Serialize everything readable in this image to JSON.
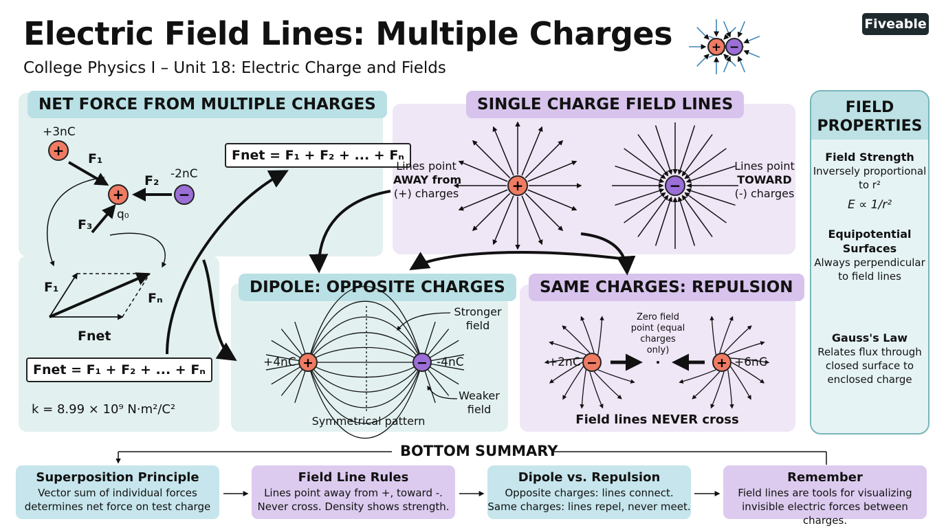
{
  "header": {
    "title": "Electric Field Lines: Multiple Charges",
    "subtitle": "College Physics I – Unit 18: Electric Charge and Fields",
    "logo": "Fiveable"
  },
  "net_force": {
    "heading": "NET FORCE FROM MULTIPLE CHARGES",
    "charge1": "+3nC",
    "charge2": "-2nC",
    "test_charge": "q₀",
    "f1": "F₁",
    "f2": "F₂",
    "f3": "F₃",
    "fn": "Fₙ",
    "fnet": "Fnet",
    "sum_formula": "Fnet = F₁ + F₂ + ... + Fₙ",
    "sum_formula_top": "Fnet = F₁ + F₂ + ... + Fₙ",
    "k_constant": "k = 8.99 × 10⁹ N·m²/C²"
  },
  "single_charge": {
    "heading": "SINGLE CHARGE FIELD LINES",
    "left_text": [
      "Lines point",
      "AWAY from",
      "(+) charges"
    ],
    "right_text": [
      "Lines point",
      "TOWARD",
      "(-) charges"
    ]
  },
  "dipole": {
    "heading": "DIPOLE: OPPOSITE CHARGES",
    "left_charge": "+4nC",
    "right_charge": "-4nC",
    "stronger": [
      "Stronger",
      "field"
    ],
    "weaker": [
      "Weaker",
      "field"
    ],
    "caption": "Symmetrical pattern"
  },
  "same_charges": {
    "heading": "SAME CHARGES: REPULSION",
    "left_charge": "+2nC",
    "right_charge": "+6nC",
    "zero_note": [
      "Zero field",
      "point (equal",
      "charges",
      "only)"
    ],
    "caption": "Field lines NEVER cross"
  },
  "field_properties": {
    "heading": [
      "FIELD",
      "PROPERTIES"
    ],
    "items": [
      {
        "title": "Field Strength",
        "text": [
          "Inversely proportional",
          "to r²"
        ],
        "formula": "E ∝ 1/r²"
      },
      {
        "title": "Equipotential Surfaces",
        "text": [
          "Always perpendicular",
          "to field lines"
        ]
      },
      {
        "title": "Gauss's Law",
        "text": [
          "Relates flux through",
          "closed surface to",
          "enclosed charge"
        ]
      }
    ]
  },
  "summary": {
    "heading": "BOTTOM SUMMARY",
    "boxes": [
      {
        "title": "Superposition Principle",
        "text": [
          "Vector sum of individual forces",
          "determines net force on test charge"
        ]
      },
      {
        "title": "Field Line Rules",
        "text": [
          "Lines point away from +, toward -.",
          "Never cross. Density shows strength."
        ]
      },
      {
        "title": "Dipole vs. Repulsion",
        "text": [
          "Opposite charges: lines connect.",
          "Same charges: lines repel, never meet."
        ]
      },
      {
        "title": "Remember",
        "text": [
          "Field lines are tools for visualizing",
          "invisible electric forces between charges."
        ]
      }
    ]
  },
  "colors": {
    "positive": "#ef7b63",
    "negative": "#9b6fd6",
    "teal_panel": "#e2f1f0",
    "lavender_panel": "#efe6f6",
    "teal_header": "#b9e0e4",
    "lavender_header": "#d7c3ec",
    "icon_arrow": "#3a86b8"
  }
}
